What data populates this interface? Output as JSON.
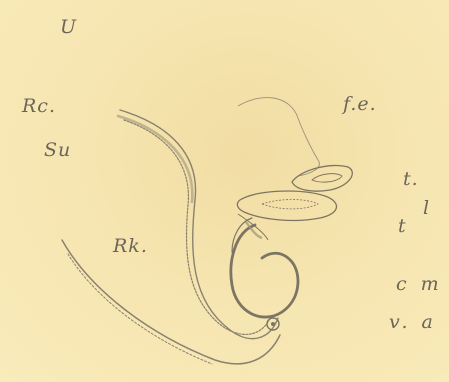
{
  "labels": {
    "u": "U",
    "rc": "Rc.",
    "su": "Su",
    "rk": "Rk.",
    "fe": "f.e.",
    "t1": "t.",
    "l": "l",
    "t2": "t",
    "cm": "c m",
    "va": "v. a"
  },
  "colors": {
    "background": "#f8e8b4",
    "ink": "#6b655a",
    "stroke": "#8a8270"
  }
}
